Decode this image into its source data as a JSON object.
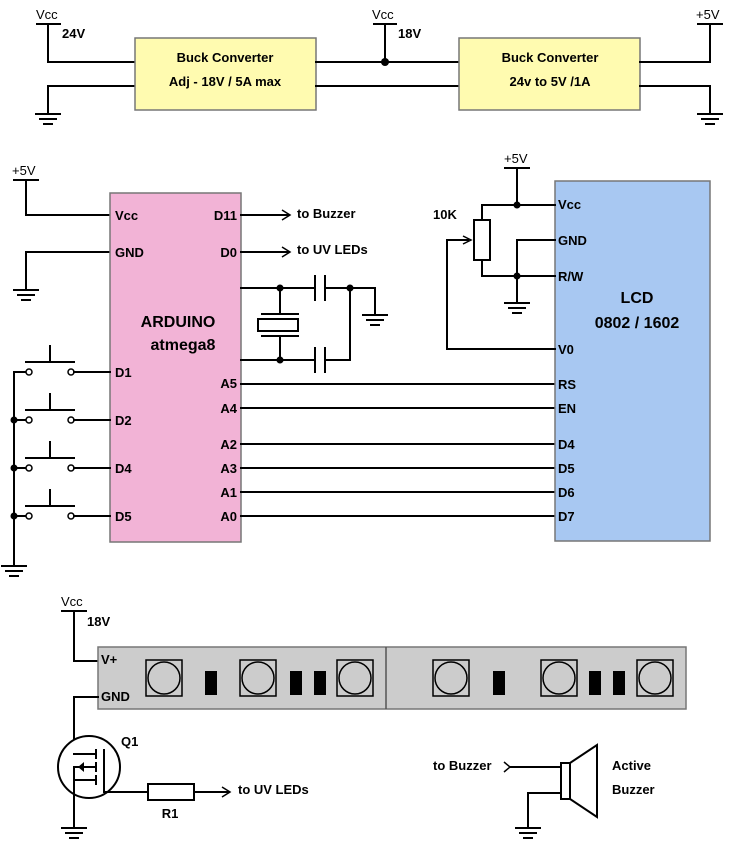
{
  "power": {
    "vcc_main": "Vcc",
    "v24": "24V",
    "vcc_mid": "Vcc",
    "v18": "18V",
    "v5_out": "+5V",
    "buck1_line1": "Buck Converter",
    "buck1_line2": "Adj - 18V / 5A max",
    "buck2_line1": "Buck Converter",
    "buck2_line2": "24v to 5V /1A"
  },
  "arduino": {
    "name": "ARDUINO",
    "chip": "atmega8",
    "vcc_supply": "+5V",
    "left_pins": [
      "Vcc",
      "GND",
      "D1",
      "D2",
      "D4",
      "D5"
    ],
    "right_pins": [
      "D11",
      "D0",
      "A5",
      "A4",
      "A2",
      "A3",
      "A1",
      "A0"
    ],
    "to_buzzer": "to Buzzer",
    "to_uv": "to UV LEDs"
  },
  "lcd": {
    "name": "LCD",
    "model": "0802 / 1602",
    "supply": "+5V",
    "pot": "10K",
    "pins": [
      "Vcc",
      "GND",
      "R/W",
      "V0",
      "RS",
      "EN",
      "D4",
      "D5",
      "D6",
      "D7"
    ]
  },
  "uv": {
    "vcc": "Vcc",
    "v18": "18V",
    "v_plus": "V+",
    "gnd": "GND",
    "q1": "Q1",
    "r1": "R1",
    "to_uv": "to UV LEDs"
  },
  "buzzer": {
    "to_buzzer": "to Buzzer",
    "line1": "Active",
    "line2": "Buzzer"
  },
  "colors": {
    "buck_fill": "#fffbb0",
    "arduino_fill": "#f2b3d6",
    "lcd_fill": "#a8c8f2",
    "strip_fill": "#cccccc"
  }
}
